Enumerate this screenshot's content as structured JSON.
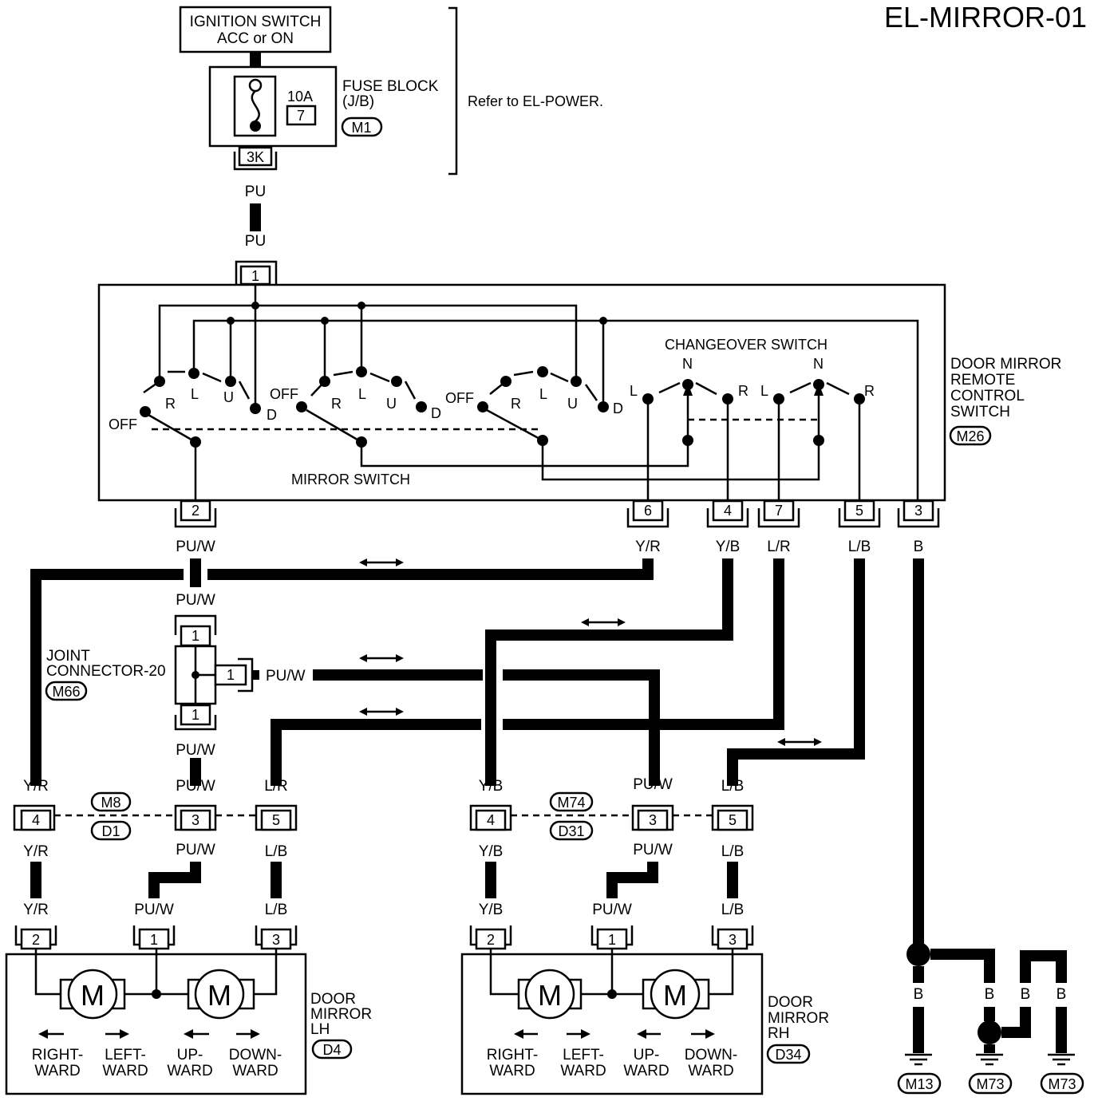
{
  "title": "EL-MIRROR-01",
  "power": {
    "ignition": [
      "IGNITION SWITCH",
      "ACC or ON"
    ],
    "fuse_block": [
      "FUSE BLOCK",
      "(J/B)"
    ],
    "fuse_amp": "10A",
    "fuse_no": "7",
    "fuse_conn": "M1",
    "fuse_term": "3K",
    "refer": "Refer to EL-POWER."
  },
  "switch": {
    "name": [
      "DOOR MIRROR",
      "REMOTE",
      "CONTROL",
      "SWITCH"
    ],
    "conn": "M26",
    "mirror_switch": "MIRROR SWITCH",
    "changeover": "CHANGEOVER SWITCH",
    "pos": {
      "off": "OFF",
      "r": "R",
      "l": "L",
      "u": "U",
      "d": "D",
      "n": "N"
    },
    "terminals": {
      "t1": "1",
      "t2": "2",
      "t3": "3",
      "t4": "4",
      "t5": "5",
      "t6": "6",
      "t7": "7"
    }
  },
  "wires": {
    "pu": "PU",
    "puw": "PU/W",
    "yr": "Y/R",
    "yb": "Y/B",
    "lr": "L/R",
    "lb": "L/B",
    "b": "B"
  },
  "joint": {
    "name": [
      "JOINT",
      "CONNECTOR-20"
    ],
    "conn": "M66",
    "t1": "1"
  },
  "connectors": {
    "lh_upper": "M8",
    "lh_lower": "D1",
    "rh_upper": "M74",
    "rh_lower": "D31",
    "c4": "4",
    "c3": "3",
    "c5": "5"
  },
  "mirrors": {
    "lh": {
      "name": [
        "DOOR",
        "MIRROR",
        "LH"
      ],
      "conn": "D4"
    },
    "rh": {
      "name": [
        "DOOR",
        "MIRROR",
        "RH"
      ],
      "conn": "D34"
    },
    "terms": {
      "t1": "1",
      "t2": "2",
      "t3": "3"
    },
    "motor": "M",
    "dirs": {
      "right": [
        "RIGHT-",
        "WARD"
      ],
      "left": [
        "LEFT-",
        "WARD"
      ],
      "up": [
        "UP-",
        "WARD"
      ],
      "down": [
        "DOWN-",
        "WARD"
      ]
    }
  },
  "grounds": {
    "g1": "M13",
    "g2": "M73",
    "g3": "M73"
  }
}
